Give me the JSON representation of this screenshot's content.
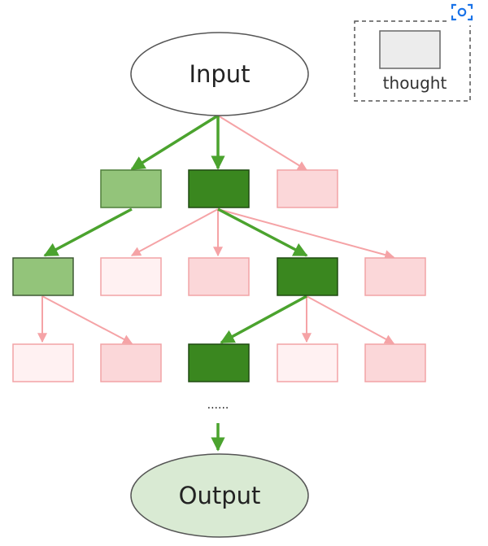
{
  "input_label": "Input",
  "output_label": "Output",
  "legend": {
    "label": "thought"
  },
  "ellipsis": "......",
  "colors": {
    "selected": "#3a871f",
    "selected_light": "#93c47a",
    "rejected": "#fbd7d9",
    "rejected_light": "#fff1f2",
    "rejected_border": "#f2a3a6",
    "selected_border": "#2a5c18",
    "output_fill": "#d9ead3",
    "edge_selected": "#4ba32e",
    "edge_rejected": "#f5a3a6"
  },
  "icons": {
    "lens": "lens-search-icon"
  }
}
